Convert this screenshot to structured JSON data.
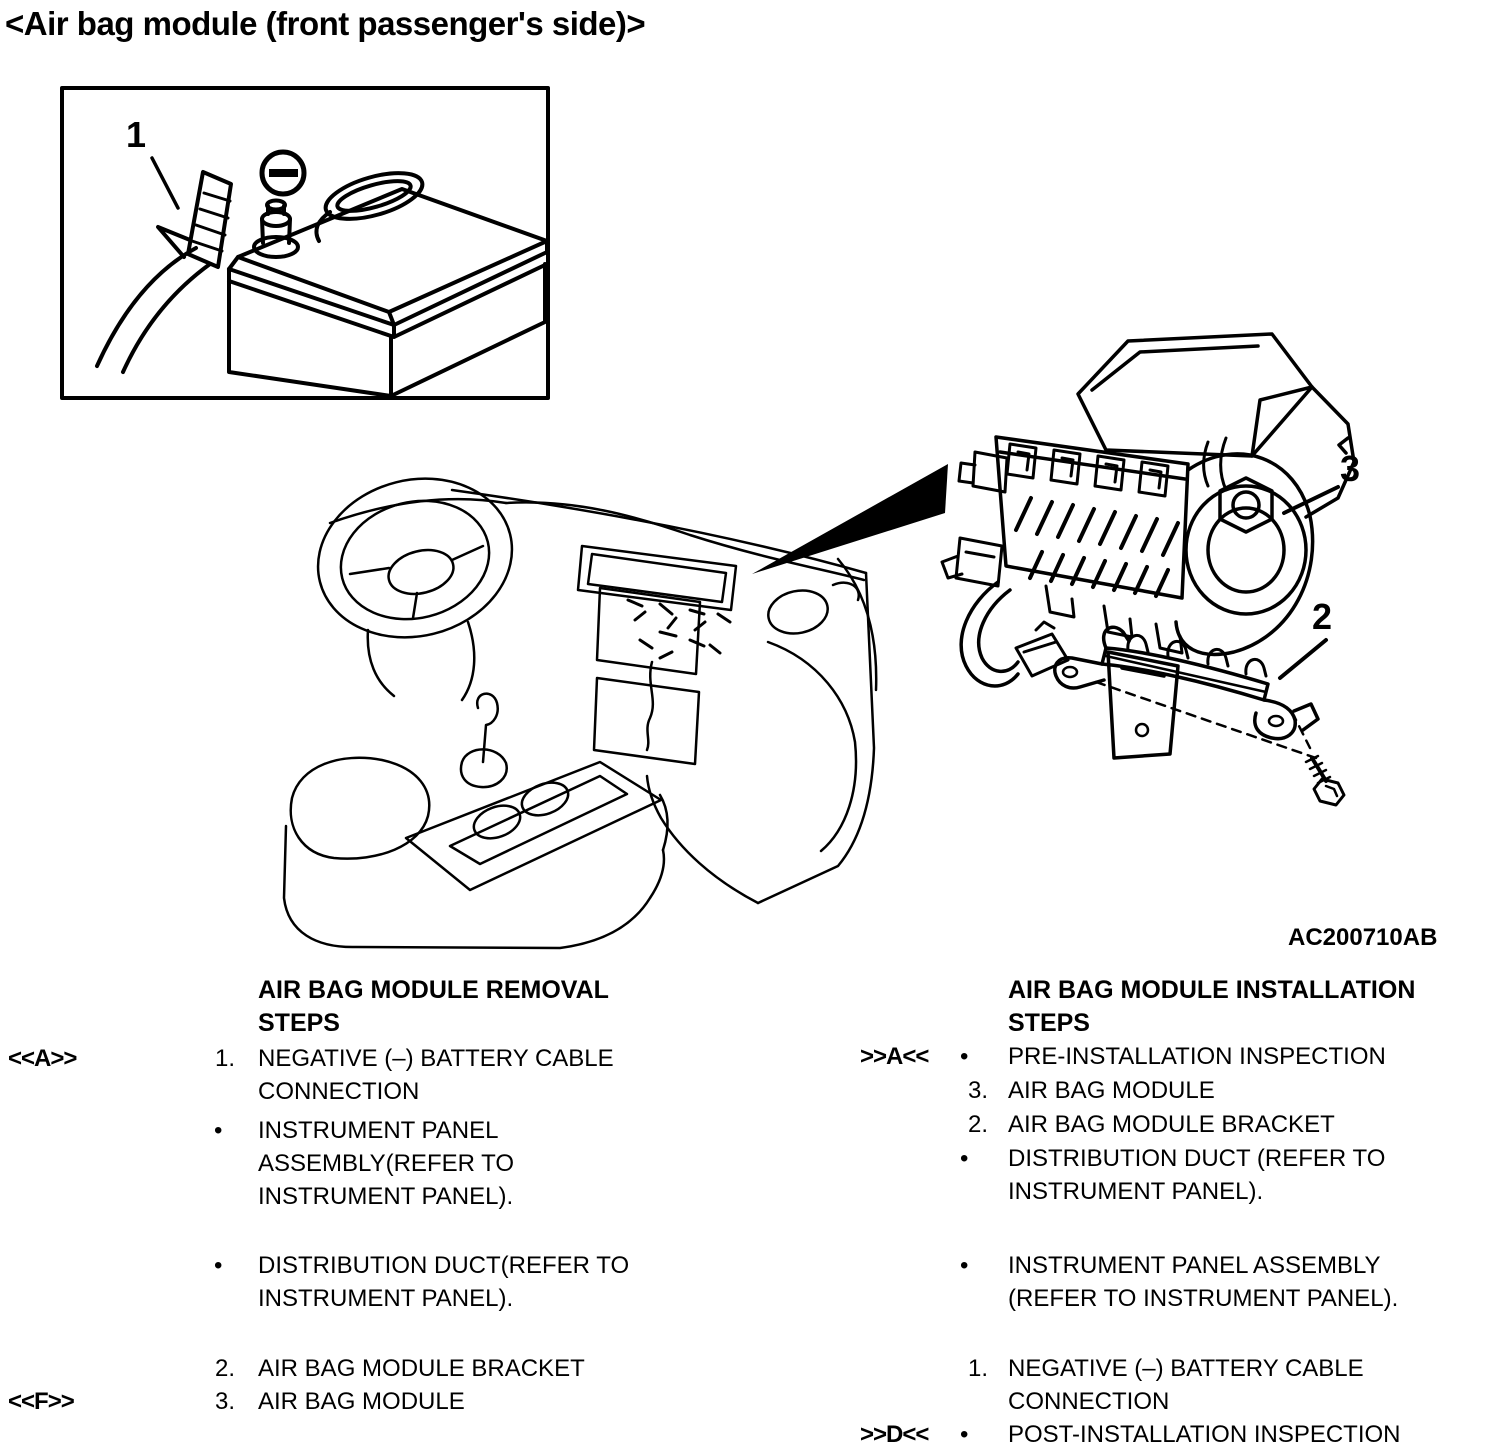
{
  "title": "<Air bag module (front passenger's side)>",
  "figure": {
    "code": "AC200710AB",
    "callouts": {
      "battery_cable": "1",
      "bracket": "2",
      "module": "3"
    },
    "icons": {
      "negative_terminal_icon": "circled-minus"
    }
  },
  "removal": {
    "heading_lines": [
      "AIR BAG MODULE REMOVAL",
      "STEPS"
    ],
    "items": [
      {
        "marker": "<<A>>",
        "num": "1.",
        "lines": [
          "NEGATIVE (–) BATTERY CABLE",
          "CONNECTION"
        ]
      },
      {
        "bullet": "•",
        "lines": [
          "INSTRUMENT PANEL",
          "ASSEMBLY(REFER TO",
          "INSTRUMENT PANEL)."
        ]
      },
      {
        "bullet": "•",
        "lines": [
          "DISTRIBUTION DUCT(REFER TO",
          "INSTRUMENT PANEL)."
        ]
      },
      {
        "num": "2.",
        "lines": [
          "AIR BAG MODULE BRACKET"
        ]
      },
      {
        "marker": "<<F>>",
        "num": "3.",
        "lines": [
          "AIR BAG MODULE"
        ]
      }
    ]
  },
  "installation": {
    "heading_lines": [
      "AIR BAG MODULE INSTALLATION",
      "STEPS"
    ],
    "items": [
      {
        "marker": ">>A<<",
        "bullet": "•",
        "lines": [
          "PRE-INSTALLATION INSPECTION"
        ]
      },
      {
        "num": "3.",
        "lines": [
          "AIR BAG MODULE"
        ]
      },
      {
        "num": "2.",
        "lines": [
          "AIR BAG MODULE BRACKET"
        ]
      },
      {
        "bullet": "•",
        "lines": [
          "DISTRIBUTION DUCT (REFER TO",
          "INSTRUMENT PANEL)."
        ]
      },
      {
        "bullet": "•",
        "lines": [
          "INSTRUMENT PANEL ASSEMBLY",
          "(REFER TO INSTRUMENT PANEL)."
        ]
      },
      {
        "num": "1.",
        "lines": [
          "NEGATIVE (–) BATTERY CABLE",
          "CONNECTION"
        ]
      },
      {
        "marker": ">>D<<",
        "bullet": "•",
        "lines": [
          "POST-INSTALLATION INSPECTION"
        ]
      }
    ]
  },
  "colors": {
    "ink": "#000000",
    "paper": "#ffffff"
  }
}
